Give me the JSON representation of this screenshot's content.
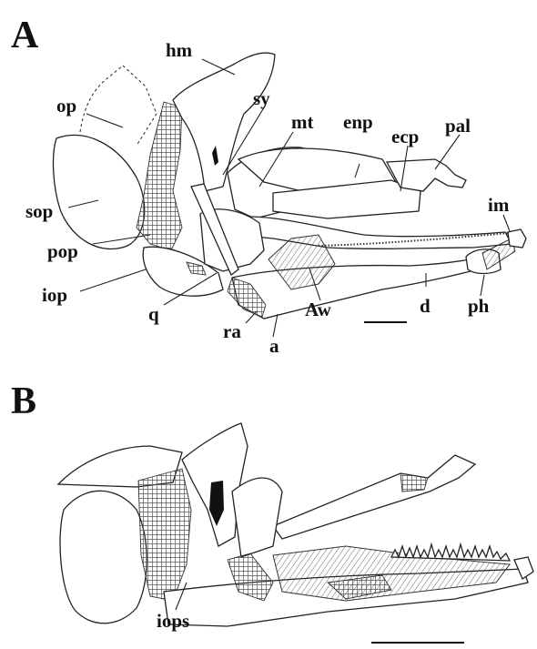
{
  "panels": [
    {
      "letter": "A",
      "labels": {
        "hm": "hm",
        "op": "op",
        "sy": "sy",
        "mt": "mt",
        "enp": "enp",
        "ecp": "ecp",
        "pal": "pal",
        "im": "im",
        "sop": "sop",
        "pop": "pop",
        "iop": "iop",
        "q": "q",
        "ra": "ra",
        "a": "a",
        "Aw": "Aw",
        "d": "d",
        "ph": "ph"
      }
    },
    {
      "letter": "B",
      "labels": {
        "iops": "iops"
      }
    }
  ]
}
